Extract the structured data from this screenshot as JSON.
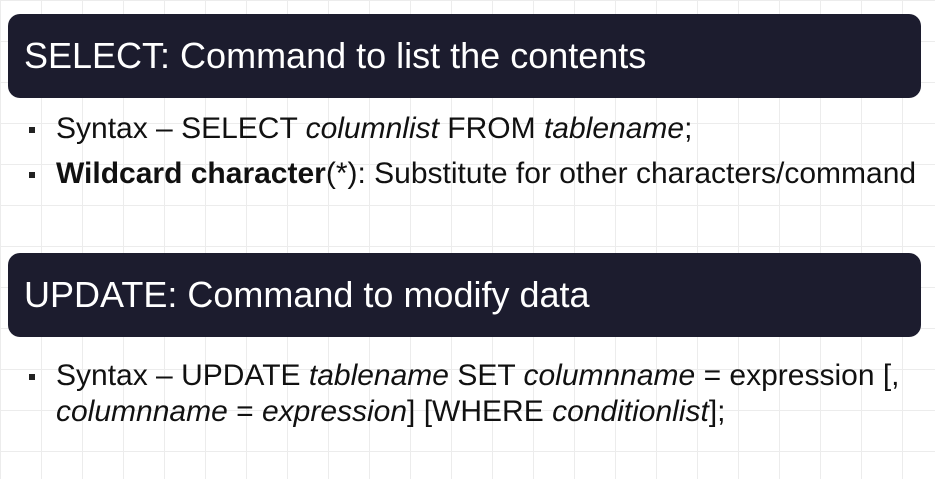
{
  "select_section": {
    "heading": "SELECT: Command to list the contents",
    "bullets": {
      "syntax": {
        "prefix": "Syntax – SELECT ",
        "columnlist": "columnlist",
        "from": " FROM ",
        "tablename": "tablename",
        "end": ";"
      },
      "wildcard": {
        "term": "Wildcard character",
        "rest": "(*): Substitute for other characters/command"
      }
    }
  },
  "update_section": {
    "heading": "UPDATE: Command to modify data",
    "bullets": {
      "syntax": {
        "prefix": "Syntax – UPDATE ",
        "tablename": "tablename",
        "set": " SET ",
        "columnname_1": "columnname",
        "eq_1": " = expression [, ",
        "columnname_2": "columnname",
        "eq_2": " = ",
        "expression": "expression",
        "where": "] [WHERE ",
        "conditionlist": "conditionlist",
        "end": "];"
      }
    }
  }
}
